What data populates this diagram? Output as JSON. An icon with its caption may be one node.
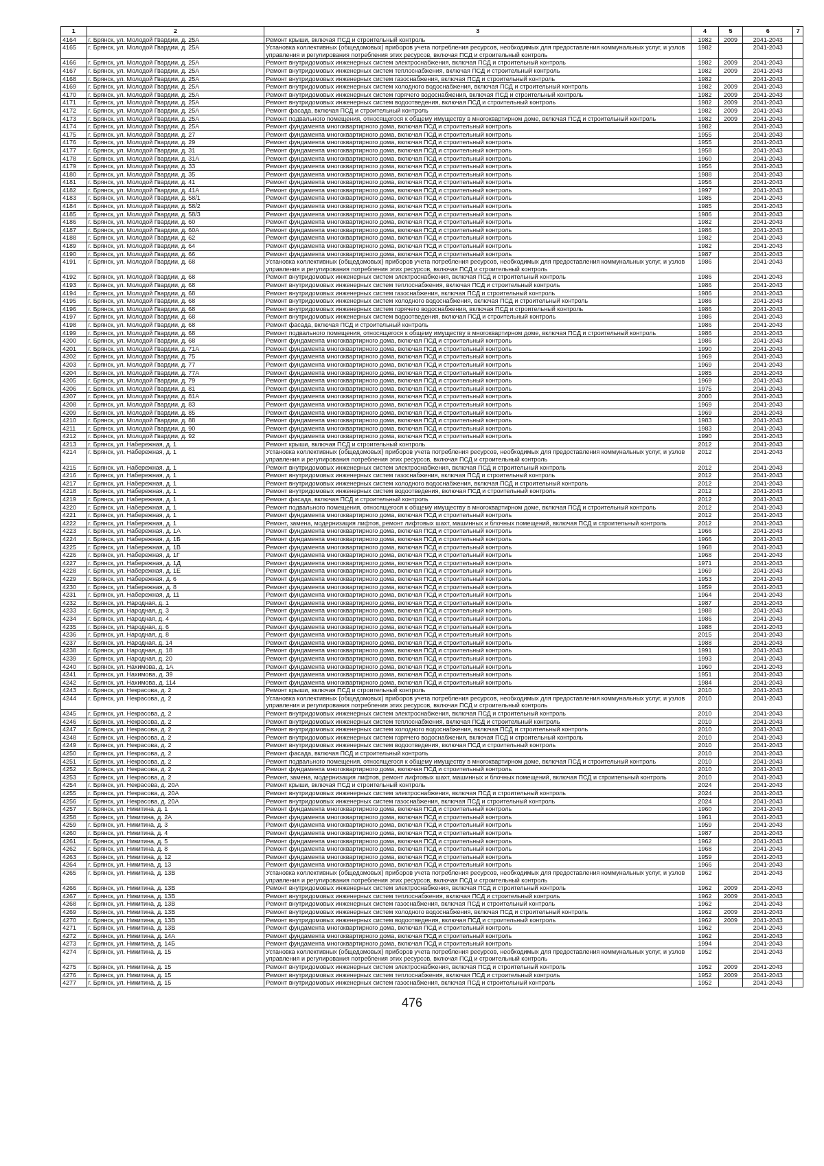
{
  "diagram": {
    "labels": [
      "1",
      "2",
      "3",
      "4",
      "5",
      "6",
      "7",
      "4164",
      "г. Брянск, ул. Молодой Гвардии, д. 25А",
      "Ремонт крыши, включая ПСД и строительный контроль",
      "1982",
      "2009",
      "2041-2043",
      "4165",
      "г. Брянск, ул. Молодой Гвардии, д. 25А",
      "Установка коллективных (общедомовых) приборов учета потребления ресурсов, необходимых для предоставления коммунальных услуг, и узлов управления и регулирования потребления этих ресурсов, включая ПСД и строительный контроль",
      "1982",
      "2041-2043",
      "4166",
      "г. Брянск, ул. Молодой Гвардии, д. 25А",
      "Ремонт внутридомовых инженерных систем электроснабжения, включая ПСД и строительный контроль",
      "1982",
      "2009",
      "2041-2043",
      "4167",
      "г. Брянск, ул. Молодой Гвардии, д. 25А",
      "Ремонт внутридомовых инженерных систем теплоснабжения, включая ПСД и строительный контроль",
      "1982",
      "2009",
      "2041-2043",
      "4168",
      "г. Брянск, ул. Молодой Гвардии, д. 25А",
      "Ремонт внутридомовых инженерных систем газоснабжения, включая ПСД и строительный контроль",
      "1982",
      "2041-2043",
      "4169",
      "г. Брянск, ул. Молодой Гвардии, д. 25А",
      "Ремонт внутридомовых инженерных систем холодного водоснабжения, включая ПСД и строительный контроль",
      "1982",
      "2009",
      "2041-2043",
      "4170",
      "г. Брянск, ул. Молодой Гвардии, д. 25А",
      "Ремонт внутридомовых инженерных систем горячего водоснабжения, включая ПСД и строительный контроль",
      "1982",
      "2009",
      "2041-2043",
      "4171",
      "г. Брянск, ул. Молодой Гвардии, д. 25А",
      "Ремонт внутридомовых инженерных систем водоотведения, включая ПСД и строительный контроль",
      "1982",
      "2009",
      "2041-2043",
      "4172",
      "г. Брянск, ул. Молодой Гвардии, д. 25А",
      "Ремонт фасада, включая ПСД и строительный контроль",
      "1982",
      "2009",
      "2041-2043",
      "4173",
      "г. Брянск, ул. Молодой Гвардии, д. 25А",
      "Ремонт подвального помещения, относящегося к общему имуществу в многоквартирном доме, включая ПСД и строительный контроль",
      "1982",
      "2009",
      "2041-2043",
      "4174",
      "г. Брянск, ул. Молодой Гвардии, д. 25А",
      "Ремонт фундамента многоквартирного дома, включая ПСД и строительный контроль",
      "1982",
      "2041-2043",
      "4175",
      "г. Брянск, ул. Молодой Гвардии, д. 27",
      "Ремонт фундамента многоквартирного дома, включая ПСД и строительный контроль",
      "1955",
      "2041-2043",
      "4176",
      "г. Брянск, ул. Молодой Гвардии, д. 29",
      "Ремонт фундамента многоквартирного дома, включая ПСД и строительный контроль",
      "1955",
      "2041-2043",
      "4177",
      "г. Брянск, ул. Молодой Гвардии, д. 31",
      "Ремонт фундамента многоквартирного дома, включая ПСД и строительный контроль",
      "1958",
      "2041-2043",
      "4178",
      "г. Брянск, ул. Молодой Гвардии, д. 31А",
      "Ремонт фундамента многоквартирного дома, включая ПСД и строительный контроль",
      "1960",
      "2041-2043",
      "4179",
      "г. Брянск, ул. Молодой Гвардии, д. 33",
      "Ремонт фундамента многоквартирного дома, включая ПСД и строительный контроль",
      "1956",
      "2041-2043",
      "4180",
      "г. Брянск, ул. Молодой Гвардии, д. 35",
      "Ремонт фундамента многоквартирного дома, включая ПСД и строительный контроль",
      "1988",
      "2041-2043",
      "4181",
      "г. Брянск, ул. Молодой Гвардии, д. 41",
      "Ремонт фундамента многоквартирного дома, включая ПСД и строительный контроль",
      "1956",
      "2041-2043",
      "4182",
      "г. Брянск, ул. Молодой Гвардии, д. 41А",
      "Ремонт фундамента многоквартирного дома, включая ПСД и строительный контроль",
      "1997",
      "2041-2043",
      "4183",
      "г. Брянск, ул. Молодой Гвардии, д. 58/1",
      "Ремонт фундамента многоквартирного дома, включая ПСД и строительный контроль",
      "1985",
      "2041-2043",
      "4184",
      "г. Брянск, ул. Молодой Гвардии, д. 58/2",
      "Ремонт фундамента многоквартирного дома, включая ПСД и строительный контроль",
      "1985",
      "2041-2043",
      "4185",
      "г. Брянск, ул. Молодой Гвардии, д. 58/3",
      "Ремонт фундамента многоквартирного дома, включая ПСД и строительный контроль",
      "1986",
      "2041-2043",
      "4186",
      "г. Брянск, ул. Молодой Гвардии, д. 60",
      "Ремонт фундамента многоквартирного дома, включая ПСД и строительный контроль",
      "1982",
      "2041-2043",
      "4187",
      "г. Брянск, ул. Молодой Гвардии, д. 60А",
      "Ремонт фундамента многоквартирного дома, включая ПСД и строительный контроль",
      "1986",
      "2041-2043",
      "4188",
      "г. Брянск, ул. Молодой Гвардии, д. 62",
      "Ремонт фундамента многоквартирного дома, включая ПСД и строительный контроль",
      "1982",
      "2041-2043",
      "4189",
      "г. Брянск, ул. Молодой Гвардии, д. 64",
      "Ремонт фундамента многоквартирного дома, включая ПСД и строительный контроль",
      "1982",
      "2041-2043",
      "4190",
      "г. Брянск, ул. Молодой Гвардии, д. 66",
      "Ремонт фундамента многоквартирного дома, включая ПСД и строительный контроль",
      "1987",
      "2041-2043",
      "4191",
      "г. Брянск, ул. Молодой Гвардии, д. 68",
      "Установка коллективных (общедомовых) приборов учета потребления ресурсов, необходимых для предоставления коммунальных услуг, и узлов управления и регулирования потребления этих ресурсов, включая ПСД и строительный контроль",
      "1986",
      "2041-2043",
      "4192",
      "г. Брянск, ул. Молодой Гвардии, д. 68",
      "Ремонт внутридомовых инженерных систем электроснабжения, включая ПСД и строительный контроль",
      "1986",
      "2041-2043",
      "4193",
      "г. Брянск, ул. Молодой Гвардии, д. 68",
      "Ремонт внутридомовых инженерных систем теплоснабжения, включая ПСД и строительный контроль",
      "1986",
      "2041-2043",
      "4194",
      "г. Брянск, ул. Молодой Гвардии, д. 68",
      "Ремонт внутридомовых инженерных систем газоснабжения, включая ПСД и строительный контроль",
      "1986",
      "2041-2043",
      "4195",
      "г. Брянск, ул. Молодой Гвардии, д. 68",
      "Ремонт внутридомовых инженерных систем холодного водоснабжения, включая ПСД и строительный контроль",
      "1986",
      "2041-2043",
      "4196",
      "г. Брянск, ул. Молодой Гвардии, д. 68",
      "Ремонт внутридомовых инженерных систем горячего водоснабжения, включая ПСД и строительный контроль",
      "1986",
      "2041-2043",
      "4197",
      "г. Брянск, ул. Молодой Гвардии, д. 68",
      "Ремонт внутридомовых инженерных систем водоотведения, включая ПСД и строительный контроль",
      "1986",
      "2041-2043",
      "4198",
      "г. Брянск, ул. Молодой Гвардии, д. 68",
      "Ремонт фасада, включая ПСД и строительный контроль",
      "1986",
      "2041-2043",
      "4199",
      "г. Брянск, ул. Молодой Гвардии, д. 68",
      "Ремонт подвального помещения, относящегося к общему имуществу в многоквартирном доме, включая ПСД и строительный контроль",
      "1986",
      "2041-2043",
      "4200",
      "г. Брянск, ул. Молодой Гвардии, д. 68",
      "Ремонт фундамента многоквартирного дома, включая ПСД и строительный контроль",
      "1986",
      "2041-2043",
      "4201",
      "г. Брянск, ул. Молодой Гвардии, д. 71А",
      "Ремонт фундамента многоквартирного дома, включая ПСД и строительный контроль",
      "1990",
      "2041-2043",
      "4202",
      "г. Брянск, ул. Молодой Гвардии, д. 75",
      "Ремонт фундамента многоквартирного дома, включая ПСД и строительный контроль",
      "1969",
      "2041-2043",
      "4203",
      "г. Брянск, ул. Молодой Гвардии, д. 77",
      "Ремонт фундамента многоквартирного дома, включая ПСД и строительный контроль",
      "1969",
      "2041-2043",
      "4204",
      "г. Брянск, ул. Молодой Гвардии, д. 77А",
      "Ремонт фундамента многоквартирного дома, включая ПСД и строительный контроль",
      "1985",
      "2041-2043",
      "4205",
      "г. Брянск, ул. Молодой Гвардии, д. 79",
      "Ремонт фундамента многоквартирного дома, включая ПСД и строительный контроль",
      "1969",
      "2041-2043",
      "4206",
      "г. Брянск, ул. Молодой Гвардии, д. 81",
      "Ремонт фундамента многоквартирного дома, включая ПСД и строительный контроль",
      "1975",
      "2041-2043",
      "4207",
      "г. Брянск, ул. Молодой Гвардии, д. 81А",
      "Ремонт фундамента многоквартирного дома, включая ПСД и строительный контроль",
      "2000",
      "2041-2043",
      "4208",
      "г. Брянск, ул. Молодой Гвардии, д. 83",
      "Ремонт фундамента многоквартирного дома, включая ПСД и строительный контроль",
      "1969",
      "2041-2043",
      "4209",
      "г. Брянск, ул. Молодой Гвардии, д. 85",
      "Ремонт фундамента многоквартирного дома, включая ПСД и строительный контроль",
      "1969",
      "2041-2043",
      "4210",
      "г. Брянск, ул. Молодой Гвардии, д. 88",
      "Ремонт фундамента многоквартирного дома, включая ПСД и строительный контроль",
      "1983",
      "2041-2043",
      "4211",
      "г. Брянск, ул. Молодой Гвардии, д. 90",
      "Ремонт фундамента многоквартирного дома, включая ПСД и строительный контроль",
      "1983",
      "2041-2043",
      "4212",
      "г. Брянск, ул. Молодой Гвардии, д. 92",
      "Ремонт фундамента многоквартирного дома, включая ПСД и строительный контроль",
      "1990",
      "2041-2043",
      "4213",
      "г. Брянск, ул. Набережная, д. 1",
      "Ремонт крыши, включая ПСД и строительный контроль",
      "2012",
      "2041-2043",
      "4214",
      "г. Брянск, ул. Набережная, д. 1",
      "Установка коллективных (общедомовых) приборов учета потребления ресурсов, необходимых для предоставления коммунальных услуг, и узлов управления и регулирования потребления этих ресурсов, включая ПСД и строительный контроль",
      "2012",
      "2041-2043",
      "4215",
      "г. Брянск, ул. Набережная, д. 1",
      "Ремонт внутридомовых инженерных систем электроснабжения, включая ПСД и строительный контроль",
      "2012",
      "2041-2043",
      "4216",
      "г. Брянск, ул. Набережная, д. 1",
      "Ремонт внутридомовых инженерных систем газоснабжения, включая ПСД и строительный контроль",
      "2012",
      "2041-2043",
      "4217",
      "г. Брянск, ул. Набережная, д. 1",
      "Ремонт внутридомовых инженерных систем холодного водоснабжения, включая ПСД и строительный контроль",
      "2012",
      "2041-2043",
      "4218",
      "г. Брянск, ул. Набережная, д. 1",
      "Ремонт внутридомовых инженерных систем водоотведения, включая ПСД и строительный контроль",
      "2012",
      "2041-2043",
      "4219",
      "г. Брянск, ул. Набережная, д. 1",
      "Ремонт фасада, включая ПСД и строительный контроль",
      "2012",
      "2041-2043",
      "4220",
      "г. Брянск, ул. Набережная, д. 1",
      "Ремонт подвального помещения, относящегося к общему имуществу в многоквартирном доме, включая ПСД и строительный контроль",
      "2012",
      "2041-2043",
      "4221",
      "г. Брянск, ул. Набережная, д. 1",
      "Ремонт фундамента многоквартирного дома, включая ПСД и строительный контроль",
      "2012",
      "2041-2043",
      "4222",
      "г. Брянск, ул. Набережная, д. 1",
      "Ремонт, замена, модернизация лифтов, ремонт лифтовых шахт, машинных и блочных помещений, включая ПСД и строительный контроль",
      "2012",
      "2041-2043",
      "4223",
      "г. Брянск, ул. Набережная, д. 1А",
      "Ремонт фундамента многоквартирного дома, включая ПСД и строительный контроль",
      "1966",
      "2041-2043",
      "4224",
      "г. Брянск, ул. Набережная, д. 1Б",
      "Ремонт фундамента многоквартирного дома, включая ПСД и строительный контроль",
      "1966",
      "2041-2043",
      "4225",
      "г. Брянск, ул. Набережная, д. 1В",
      "Ремонт фундамента многоквартирного дома, включая ПСД и строительный контроль",
      "1968",
      "2041-2043",
      "4226",
      "г. Брянск, ул. Набережная, д. 1Г",
      "Ремонт фундамента многоквартирного дома, включая ПСД и строительный контроль",
      "1968",
      "2041-2043",
      "4227",
      "г. Брянск, ул. Набережная, д. 1Д",
      "Ремонт фундамента многоквартирного дома, включая ПСД и строительный контроль",
      "1971",
      "2041-2043",
      "4228",
      "г. Брянск, ул. Набережная, д. 1Е",
      "Ремонт фундамента многоквартирного дома, включая ПСД и строительный контроль",
      "1969",
      "2041-2043",
      "4229",
      "г. Брянск, ул. Набережная, д. 6",
      "Ремонт фундамента многоквартирного дома, включая ПСД и строительный контроль",
      "1953",
      "2041-2043",
      "4230",
      "г. Брянск, ул. Набережная, д. 8",
      "Ремонт фундамента многоквартирного дома, включая ПСД и строительный контроль",
      "1959",
      "2041-2043",
      "4231",
      "г. Брянск, ул. Набережная, д. 11",
      "Ремонт фундамента многоквартирного дома, включая ПСД и строительный контроль",
      "1964",
      "2041-2043",
      "4232",
      "г. Брянск, ул. Народная, д. 1",
      "Ремонт фундамента многоквартирного дома, включая ПСД и строительный контроль",
      "1987",
      "2041-2043",
      "4233",
      "г. Брянск, ул. Народная, д. 3",
      "Ремонт фундамента многоквартирного дома, включая ПСД и строительный контроль",
      "1988",
      "2041-2043",
      "4234",
      "г. Брянск, ул. Народная, д. 4",
      "Ремонт фундамента многоквартирного дома, включая ПСД и строительный контроль",
      "1986",
      "2041-2043",
      "4235",
      "г. Брянск, ул. Народная, д. 6",
      "Ремонт фундамента многоквартирного дома, включая ПСД и строительный контроль",
      "1988",
      "2041-2043",
      "4236",
      "г. Брянск, ул. Народная, д. 8",
      "Ремонт фундамента многоквартирного дома, включая ПСД и строительный контроль",
      "2015",
      "2041-2043",
      "4237",
      "г. Брянск, ул. Народная, д. 14",
      "Ремонт фундамента многоквартирного дома, включая ПСД и строительный контроль",
      "1988",
      "2041-2043",
      "4238",
      "г. Брянск, ул. Народная, д. 18",
      "Ремонт фундамента многоквартирного дома, включая ПСД и строительный контроль",
      "1991",
      "2041-2043",
      "4239",
      "г. Брянск, ул. Народная, д. 20",
      "Ремонт фундамента многоквартирного дома, включая ПСД и строительный контроль",
      "1993",
      "2041-2043",
      "4240",
      "г. Брянск, ул. Нахимова, д. 1А",
      "Ремонт фундамента многоквартирного дома, включая ПСД и строительный контроль",
      "1960",
      "2041-2043",
      "4241",
      "г. Брянск, ул. Нахимова, д. 39",
      "Ремонт фундамента многоквартирного дома, включая ПСД и строительный контроль",
      "1951",
      "2041-2043",
      "4242",
      "г. Брянск, ул. Нахимова, д. 114",
      "Ремонт фундамента многоквартирного дома, включая ПСД и строительный контроль",
      "1984",
      "2041-2043",
      "4243",
      "г. Брянск, ул. Некрасова, д. 2",
      "Ремонт крыши, включая ПСД и строительный контроль",
      "2010",
      "2041-2043",
      "4244",
      "г. Брянск, ул. Некрасова, д. 2",
      "Установка коллективных (общедомовых) приборов учета потребления ресурсов, необходимых для предоставления коммунальных услуг, и узлов управления и регулирования потребления этих ресурсов, включая ПСД и строительный контроль",
      "2010",
      "2041-2043",
      "4245",
      "г. Брянск, ул. Некрасова, д. 2",
      "Ремонт внутридомовых инженерных систем электроснабжения, включая ПСД и строительный контроль",
      "2010",
      "2041-2043",
      "4246",
      "г. Брянск, ул. Некрасова, д. 2",
      "Ремонт внутридомовых инженерных систем теплоснабжения, включая ПСД и строительный контроль",
      "2010",
      "2041-2043",
      "4247",
      "г. Брянск, ул. Некрасова, д. 2",
      "Ремонт внутридомовых инженерных систем холодного водоснабжения, включая ПСД и строительный контроль",
      "2010",
      "2041-2043",
      "4248",
      "г. Брянск, ул. Некрасова, д. 2",
      "Ремонт внутридомовых инженерных систем горячего водоснабжения, включая ПСД и строительный контроль",
      "2010",
      "2041-2043",
      "4249",
      "г. Брянск, ул. Некрасова, д. 2",
      "Ремонт внутридомовых инженерных систем водоотведения, включая ПСД и строительный контроль",
      "2010",
      "2041-2043",
      "4250",
      "г. Брянск, ул. Некрасова, д. 2",
      "Ремонт фасада, включая ПСД и строительный контроль",
      "2010",
      "2041-2043",
      "4251",
      "г. Брянск, ул. Некрасова, д. 2",
      "Ремонт подвального помещения, относящегося к общему имуществу в многоквартирном доме, включая ПСД и строительный контроль",
      "2010",
      "2041-2043",
      "4252",
      "г. Брянск, ул. Некрасова, д. 2",
      "Ремонт фундамента многоквартирного дома, включая ПСД и строительный контроль",
      "2010",
      "2041-2043",
      "4253",
      "г. Брянск, ул. Некрасова, д. 2",
      "Ремонт, замена, модернизация лифтов, ремонт лифтовых шахт, машинных и блочных помещений, включая ПСД и строительный контроль",
      "2010",
      "2041-2043",
      "4254",
      "г. Брянск, ул. Некрасова, д. 20А",
      "Ремонт крыши, включая ПСД и строительный контроль",
      "2024",
      "2041-2043",
      "4255",
      "г. Брянск, ул. Некрасова, д. 20А",
      "Ремонт внутридомовых инженерных систем электроснабжения, включая ПСД и строительный контроль",
      "2024",
      "2041-2043",
      "4256",
      "г. Брянск, ул. Некрасова, д. 20А",
      "Ремонт внутридомовых инженерных систем газоснабжения, включая ПСД и строительный контроль",
      "2024",
      "2041-2043",
      "4257",
      "г. Брянск, ул. Никитина, д. 1",
      "Ремонт фундамента многоквартирного дома, включая ПСД и строительный контроль",
      "1960",
      "2041-2043",
      "4258",
      "г. Брянск, ул. Никитина, д. 2А",
      "Ремонт фундамента многоквартирного дома, включая ПСД и строительный контроль",
      "1961",
      "2041-2043",
      "4259",
      "г. Брянск, ул. Никитина, д. 3",
      "Ремонт фундамента многоквартирного дома, включая ПСД и строительный контроль",
      "1959",
      "2041-2043",
      "4260",
      "г. Брянск, ул. Никитина, д. 4",
      "Ремонт фундамента многоквартирного дома, включая ПСД и строительный контроль",
      "1987",
      "2041-2043",
      "4261",
      "г. Брянск, ул. Никитина, д. 5",
      "Ремонт фундамента многоквартирного дома, включая ПСД и строительный контроль",
      "1962",
      "2041-2043",
      "4262",
      "г. Брянск, ул. Никитина, д. 8",
      "Ремонт фундамента многоквартирного дома, включая ПСД и строительный контроль",
      "1968",
      "2041-2043",
      "4263",
      "г. Брянск, ул. Никитина, д. 12",
      "Ремонт фундамента многоквартирного дома, включая ПСД и строительный контроль",
      "1959",
      "2041-2043",
      "4264",
      "г. Брянск, ул. Никитина, д. 13",
      "Ремонт фундамента многоквартирного дома, включая ПСД и строительный контроль",
      "1966",
      "2041-2043",
      "4265",
      "г. Брянск, ул. Никитина, д. 13В",
      "Установка коллективных (общедомовых) приборов учета потребления ресурсов, необходимых для предоставления коммунальных услуг, и узлов управления и регулирования потребления этих ресурсов, включая ПСД и строительный контроль",
      "1962",
      "2041-2043",
      "4266",
      "г. Брянск, ул. Никитина, д. 13В",
      "Ремонт внутридомовых инженерных систем электроснабжения, включая ПСД и строительный контроль",
      "1962",
      "2009",
      "2041-2043",
      "4267",
      "г. Брянск, ул. Никитина, д. 13В",
      "Ремонт внутридомовых инженерных систем теплоснабжения, включая ПСД и строительный контроль",
      "1962",
      "2009",
      "2041-2043",
      "4268",
      "г. Брянск, ул. Никитина, д. 13В",
      "Ремонт внутридомовых инженерных систем газоснабжения, включая ПСД и строительный контроль",
      "1962",
      "2041-2043",
      "4269",
      "г. Брянск, ул. Никитина, д. 13В",
      "Ремонт внутридомовых инженерных систем холодного водоснабжения, включая ПСД и строительный контроль",
      "1962",
      "2009",
      "2041-2043",
      "4270",
      "г. Брянск, ул. Никитина, д. 13В",
      "Ремонт внутридомовых инженерных систем водоотведения, включая ПСД и строительный контроль",
      "1962",
      "2009",
      "2041-2043",
      "4271",
      "г. Брянск, ул. Никитина, д. 13В",
      "Ремонт фундамента многоквартирного дома, включая ПСД и строительный контроль",
      "1962",
      "2041-2043",
      "4272",
      "г. Брянск, ул. Никитина, д. 14А",
      "Ремонт фундамента многоквартирного дома, включая ПСД и строительный контроль",
      "1962",
      "2041-2043",
      "4273",
      "г. Брянск, ул. Никитина, д. 14Б",
      "Ремонт фундамента многоквартирного дома, включая ПСД и строительный контроль",
      "1994",
      "2041-2043",
      "4274",
      "г. Брянск, ул. Никитина, д. 15",
      "Установка коллективных (общедомовых) приборов учета потребления ресурсов, необходимых для предоставления коммунальных услуг, и узлов управления и регулирования потребления этих ресурсов, включая ПСД и строительный контроль",
      "1952",
      "2041-2043",
      "4275",
      "г. Брянск, ул. Никитина, д. 15",
      "Ремонт внутридомовых инженерных систем электроснабжения, включая ПСД и строительный контроль",
      "1952",
      "2009",
      "2041-2043",
      "4276",
      "г. Брянск, ул. Никитина, д. 15",
      "Ремонт внутридомовых инженерных систем теплоснабжения, включая ПСД и строительный контроль",
      "1952",
      "2009",
      "2041-2043",
      "4277",
      "г. Брянск, ул. Никитина, д. 15",
      "Ремонт внутридомовых инженерных систем газоснабжения, включая ПСД и строительный контроль",
      "1952",
      "2041-2043",
      "476"
    ]
  }
}
